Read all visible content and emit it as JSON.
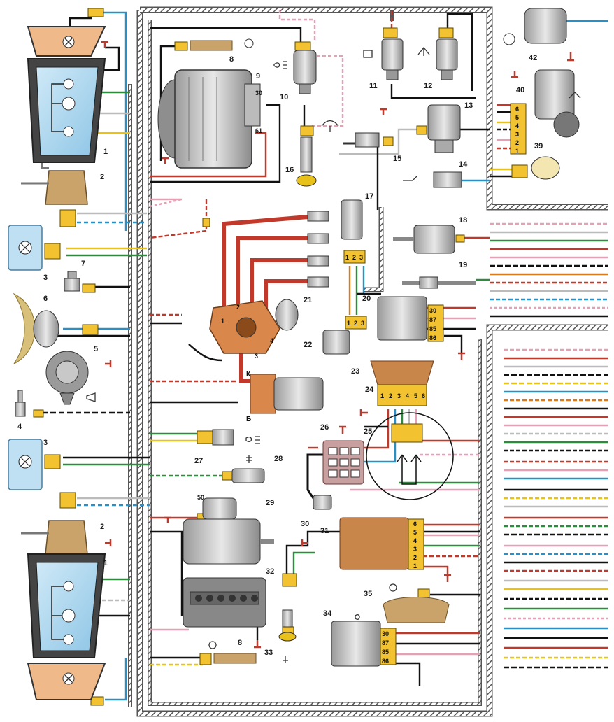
{
  "numbers": {
    "n1a": "1",
    "n2a": "2",
    "n3a": "3",
    "n4": "4",
    "n5": "5",
    "n6": "6",
    "n7": "7",
    "n8a": "8",
    "n9": "9",
    "n10": "10",
    "n11": "11",
    "n12": "12",
    "n13": "13",
    "n14": "14",
    "n15": "15",
    "n16": "16",
    "n17": "17",
    "n18": "18",
    "n19": "19",
    "n20": "20",
    "n21": "21",
    "n22": "22",
    "n23": "23",
    "n24": "24",
    "n25": "25",
    "n26": "26",
    "n27": "27",
    "n28": "28",
    "n29": "29",
    "n30a": "30",
    "n31": "31",
    "n32": "32",
    "n33": "33",
    "n34": "34",
    "n35": "35",
    "n39": "39",
    "n40": "40",
    "n42": "42",
    "n3b": "3",
    "n2b": "2",
    "n1b": "1",
    "n8b": "8",
    "gen30": "30",
    "gen61": "61",
    "st50": "50"
  },
  "pins": {
    "r20": [
      "30",
      "87",
      "85",
      "86"
    ],
    "r34": [
      "30",
      "87",
      "85",
      "86"
    ],
    "c24": [
      "1",
      "2",
      "3",
      "4",
      "5",
      "6"
    ],
    "c40": [
      "6",
      "5",
      "4",
      "3",
      "2",
      "1"
    ],
    "c31": [
      "6",
      "5",
      "4",
      "3",
      "2",
      "1"
    ],
    "c17": [
      "1",
      "2",
      "3"
    ],
    "c23": [
      "1",
      "2",
      "3"
    ],
    "dist": [
      "1",
      "2",
      "3",
      "4"
    ],
    "coilK": "К",
    "coilB": "Б"
  },
  "colors": {
    "black": "#111111",
    "red": "#c0392b",
    "pink": "#e6a0b4",
    "green": "#2e8b3e",
    "blue": "#2a8fc4",
    "yellow": "#e8c21a",
    "white": "#e8e8e8",
    "brown": "#8b5a2b",
    "orange": "#d97a1e",
    "gray": "#8a8a8a",
    "connector": "#f2c230",
    "harness": "#777777"
  },
  "icons": [
    "sun-icon",
    "headlight-icon",
    "washer-icon",
    "wiper-icon",
    "fan-icon",
    "oil-icon",
    "temp-icon",
    "fog-icon",
    "horn-icon",
    "brake-fluid-icon"
  ]
}
